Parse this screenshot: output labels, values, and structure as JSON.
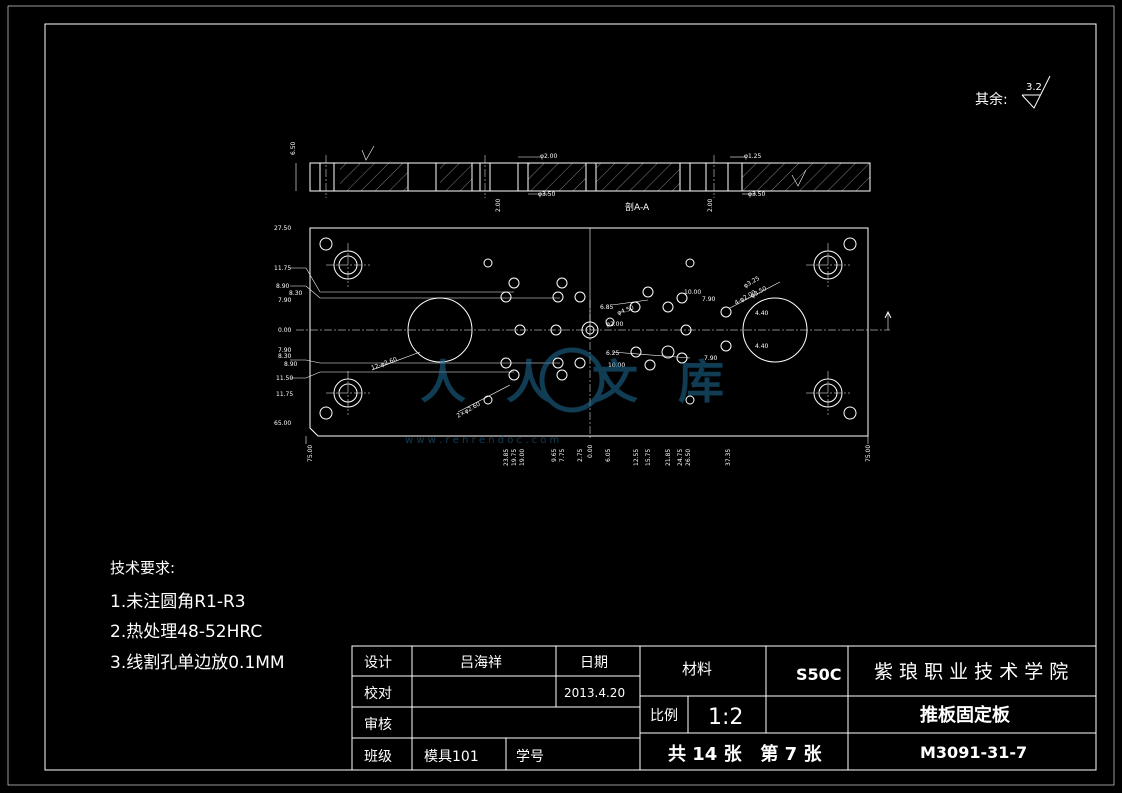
{
  "surface_finish": {
    "label": "其余:",
    "value": "3.2"
  },
  "section": {
    "label": "剖A-A",
    "dims": [
      "φ2.00",
      "φ3.50",
      "φ1.25",
      "φ3.50",
      "6.50",
      "2.00",
      "2.00"
    ]
  },
  "plan": {
    "left_labels": [
      "27.50",
      "11.75",
      "8.90",
      "8.30",
      "7.90",
      "0.00",
      "7.90",
      "8.30",
      "8.90",
      "11.50",
      "11.75",
      "65.00"
    ],
    "bottom_labels": [
      "75.00",
      "23.85",
      "19.75",
      "19.00",
      "9.65",
      "7.75",
      "0.00",
      "2.75",
      "6.05",
      "12.55",
      "15.75",
      "21.85",
      "24.75",
      "26.50",
      "37.35",
      "75.00"
    ],
    "center_labels": [
      "6.85",
      "7.90",
      "6.25",
      "7.90",
      "10.00",
      "10.00",
      "4.40",
      "4.40"
    ],
    "hole_notes": [
      "φ4.50",
      "φ2.00",
      "4-φ2.00",
      "12-φ2.60",
      "φ3.25",
      "φ3.50",
      "2×φ2.60"
    ]
  },
  "watermark": {
    "logo_text": "人人文库",
    "url": "w w w . r e n r e n d o c . c o m"
  },
  "tech": {
    "title": "技术要求:",
    "items": [
      "1.未注圆角R1-R3",
      "2.热处理48-52HRC",
      "3.线割孔单边放0.1MM"
    ]
  },
  "title_block": {
    "design_label": "设计",
    "design_name": "吕海祥",
    "date_label": "日期",
    "check_label": "校对",
    "check_date": "2013.4.20",
    "review_label": "审核",
    "class_label": "班级",
    "class_value": "模具101",
    "student_label": "学号",
    "material_label": "材料",
    "material_value": "S50C",
    "scale_label": "比例",
    "scale_value": "1:2",
    "sheets": "共 14 张   第 7 张",
    "school": "紫 琅 职 业 技 术 学 院",
    "part_name": "推板固定板",
    "drawing_no": "M3091-31-7"
  }
}
